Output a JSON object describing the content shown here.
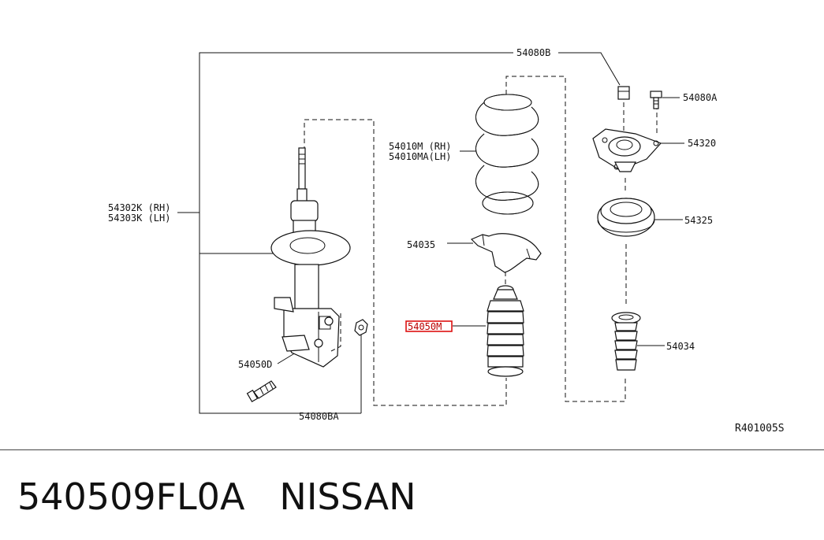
{
  "diagram": {
    "callouts": {
      "p54080B": "54080B",
      "p54080A": "54080A",
      "p54320": "54320",
      "p54010M": "54010M (RH)",
      "p54010MA": "54010MA(LH)",
      "p54302K": "54302K (RH)",
      "p54303K": "54303K (LH)",
      "p54325": "54325",
      "p54035": "54035",
      "p54050M": "54050M",
      "p54034": "54034",
      "p54050D": "54050D",
      "p54080BA": "54080BA"
    },
    "figure_code": "R401005S",
    "highlight_color": "#dd1111"
  },
  "footer": {
    "part_number": "540509FL0A",
    "brand": "NISSAN"
  }
}
